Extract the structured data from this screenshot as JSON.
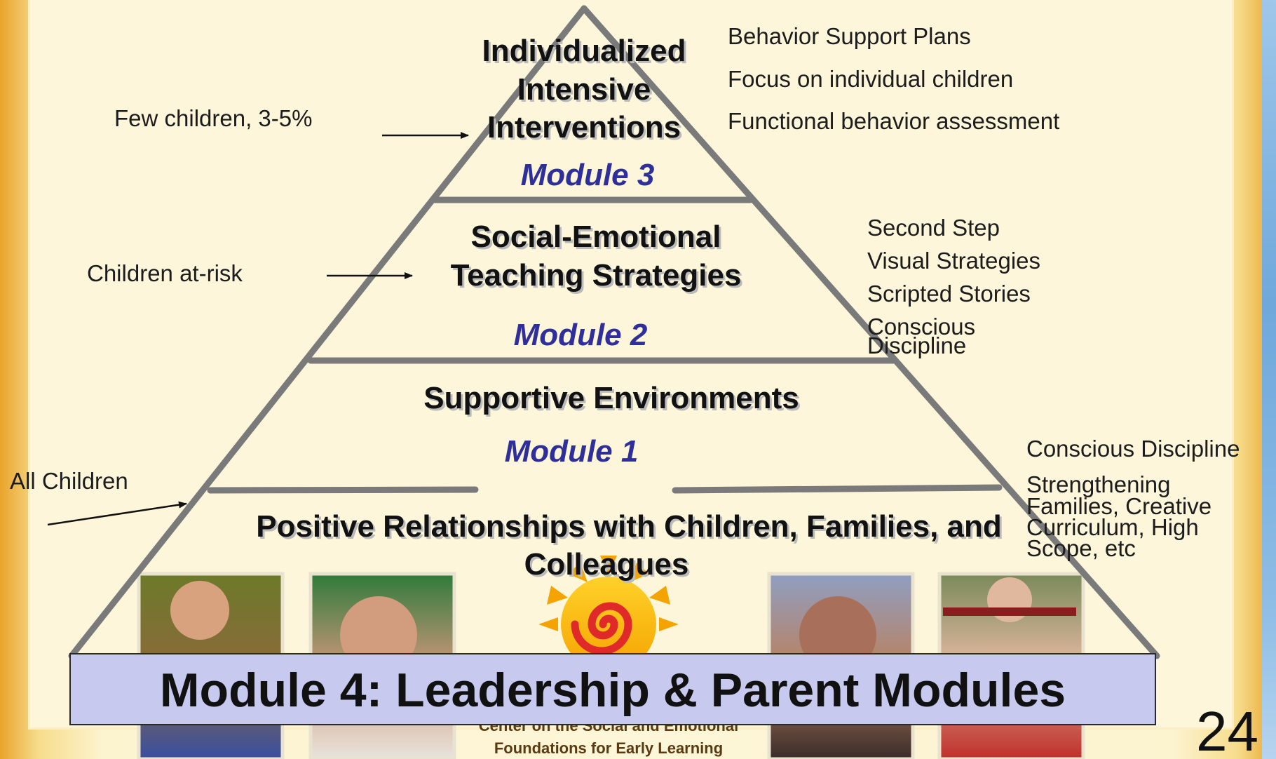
{
  "pyramid": {
    "tiers": [
      {
        "title_lines": [
          "Individualized",
          "Intensive",
          "Interventions"
        ],
        "module": "Module 3"
      },
      {
        "title_lines": [
          "Social-Emotional",
          "Teaching Strategies"
        ],
        "module": "Module 2"
      },
      {
        "title_lines": [
          "Supportive Environments"
        ],
        "module": "Module 1"
      },
      {
        "title_lines": [
          "Positive Relationships with Children, Families, and",
          "Colleagues"
        ],
        "module": ""
      }
    ]
  },
  "left_labels": {
    "few": "Few children, 3-5%",
    "at_risk": "Children at-risk",
    "all": "All Children"
  },
  "right_notes": {
    "tier3": [
      "Behavior Support Plans",
      "Focus on individual children",
      "Functional behavior assessment"
    ],
    "tier2": [
      "Second Step",
      "Visual Strategies",
      "Scripted Stories",
      "Conscious",
      "Discipline"
    ],
    "tier1": [
      "Conscious Discipline",
      "Strengthening",
      "Families, Creative",
      "Curriculum, High",
      "Scope, etc"
    ]
  },
  "banner": {
    "label": "Module 4: Leadership & Parent Modules"
  },
  "logo": {
    "caption": "Foundations for Early Learning"
  },
  "slide_number": "24",
  "colors": {
    "pyramid_line": "#7a7a7a",
    "module_text": "#2e2f9a",
    "banner_fill": "#c7c9ef"
  }
}
